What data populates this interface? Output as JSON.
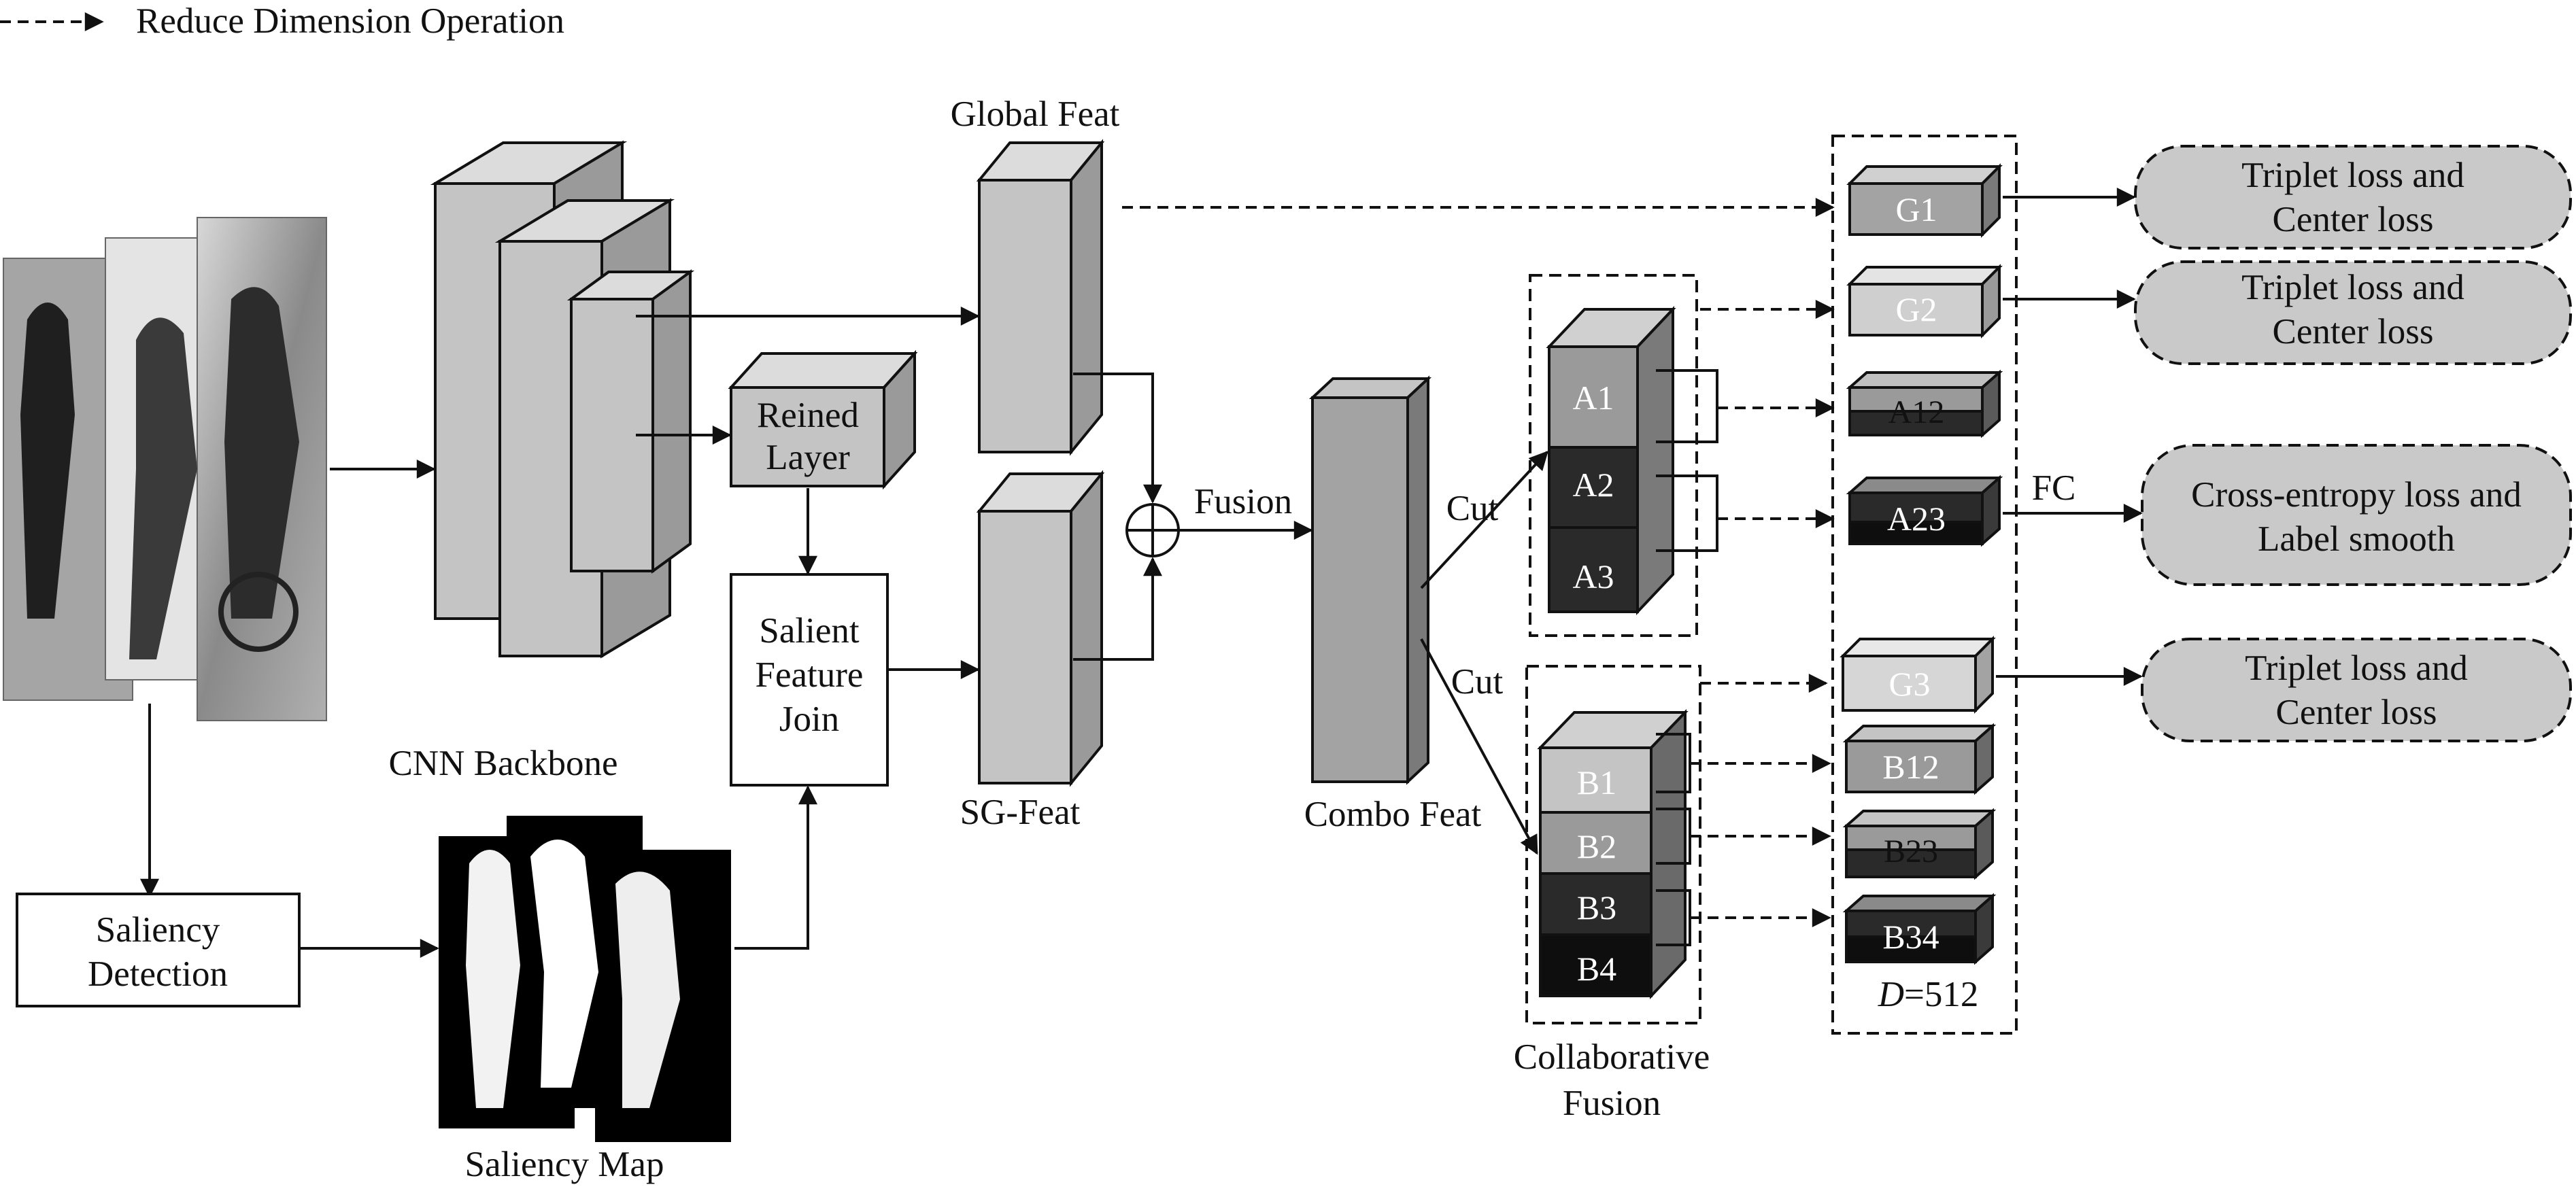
{
  "legend": {
    "text": "Reduce Dimension Operation"
  },
  "labels": {
    "global_feat": "Global Feat",
    "cnn_backbone": "CNN Backbone",
    "reined_layer_1": "Reined",
    "reined_layer_2": "Layer",
    "salient_1": "Salient",
    "salient_2": "Feature",
    "salient_3": "Join",
    "sg_feat": "SG-Feat",
    "fusion": "Fusion",
    "combo_feat": "Combo Feat",
    "cut_top": "Cut",
    "cut_bottom": "Cut",
    "collab_1": "Collaborative",
    "collab_2": "Fusion",
    "saliency_det_1": "Saliency",
    "saliency_det_2": "Detection",
    "saliency_map": "Saliency Map",
    "fc": "FC",
    "d_italic": "D",
    "d_value": "=512"
  },
  "stack_a": [
    "A1",
    "A2",
    "A3"
  ],
  "stack_b": [
    "B1",
    "B2",
    "B3",
    "B4"
  ],
  "features": {
    "g1": "G1",
    "g2": "G2",
    "a12": "A12",
    "a23": "A23",
    "g3": "G3",
    "b12": "B12",
    "b23": "B23",
    "b34": "B34"
  },
  "losses": {
    "l1": [
      "Triplet loss and",
      "Center loss"
    ],
    "l2": [
      "Triplet loss and",
      "Center loss"
    ],
    "l3": [
      "Cross-entropy loss and",
      "Label smooth"
    ],
    "l4": [
      "Triplet loss and",
      "Center loss"
    ]
  },
  "colors": {
    "light_gray": "#c4c4c4",
    "mid_gray": "#9a9a9a",
    "dark": "#2a2a2a",
    "black": "#0e0e0e",
    "loss_fill": "#c9c9c9"
  }
}
